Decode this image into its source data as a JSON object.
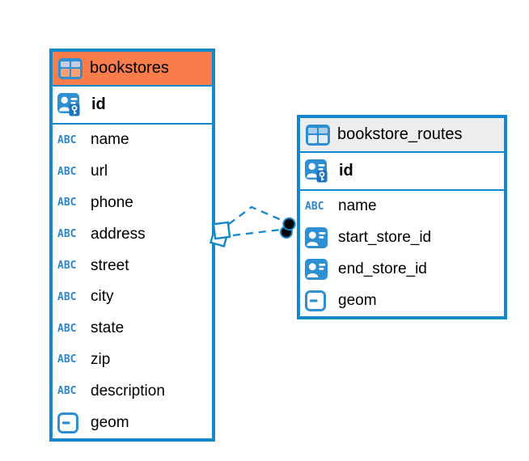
{
  "app": {
    "view": "entity-relationship-diagram"
  },
  "colors": {
    "accent_blue": "#1389CB",
    "icon_blue": "#2E8FD3",
    "header_orange": "#F97C4B",
    "header_gray": "#EDEDED",
    "text": "#000000",
    "endpoint_dot": "#000000"
  },
  "icons": {
    "text_icon_label": "ABC"
  },
  "tables": [
    {
      "name": "bookstores",
      "header_variant": "orange",
      "rows": [
        {
          "name": "id",
          "icon": "primary-key-icon",
          "key": true
        },
        {
          "name": "name",
          "icon": "text-icon"
        },
        {
          "name": "url",
          "icon": "text-icon"
        },
        {
          "name": "phone",
          "icon": "text-icon"
        },
        {
          "name": "address",
          "icon": "text-icon"
        },
        {
          "name": "street",
          "icon": "text-icon"
        },
        {
          "name": "city",
          "icon": "text-icon"
        },
        {
          "name": "state",
          "icon": "text-icon"
        },
        {
          "name": "zip",
          "icon": "text-icon"
        },
        {
          "name": "description",
          "icon": "text-icon"
        },
        {
          "name": "geom",
          "icon": "geometry-icon"
        }
      ]
    },
    {
      "name": "bookstore_routes",
      "header_variant": "gray",
      "rows": [
        {
          "name": "id",
          "icon": "primary-key-icon",
          "key": true
        },
        {
          "name": "name",
          "icon": "text-icon"
        },
        {
          "name": "start_store_id",
          "icon": "reference-icon"
        },
        {
          "name": "end_store_id",
          "icon": "reference-icon"
        },
        {
          "name": "geom",
          "icon": "geometry-icon"
        }
      ]
    }
  ],
  "relationships": {
    "count": 2,
    "line_style": "dashed",
    "line_color": "#1389CB",
    "source_marker": "overlapping-squares",
    "target_marker": "overlapping-black-dots"
  }
}
